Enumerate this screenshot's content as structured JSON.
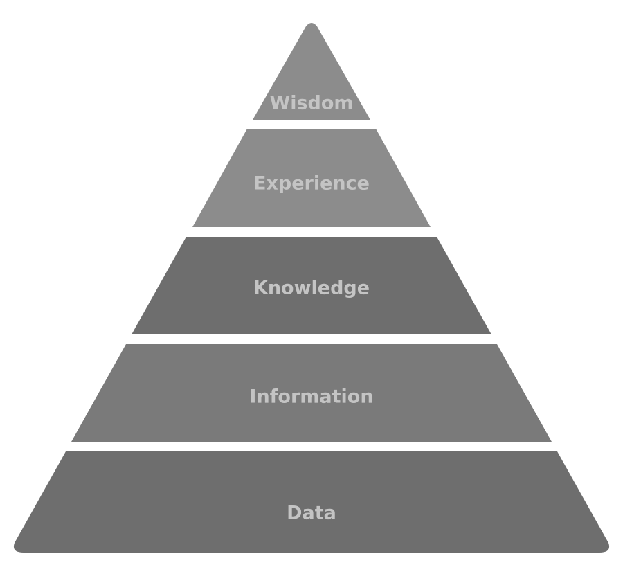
{
  "diagram": {
    "tiers": [
      {
        "label": "Wisdom",
        "color": "#8c8c8c"
      },
      {
        "label": "Experience",
        "color": "#8c8c8c"
      },
      {
        "label": "Knowledge",
        "color": "#6e6e6e"
      },
      {
        "label": "Information",
        "color": "#7a7a7a"
      },
      {
        "label": "Data",
        "color": "#6e6e6e"
      }
    ],
    "label_color": "#c4c4c4",
    "background": "#ffffff"
  }
}
